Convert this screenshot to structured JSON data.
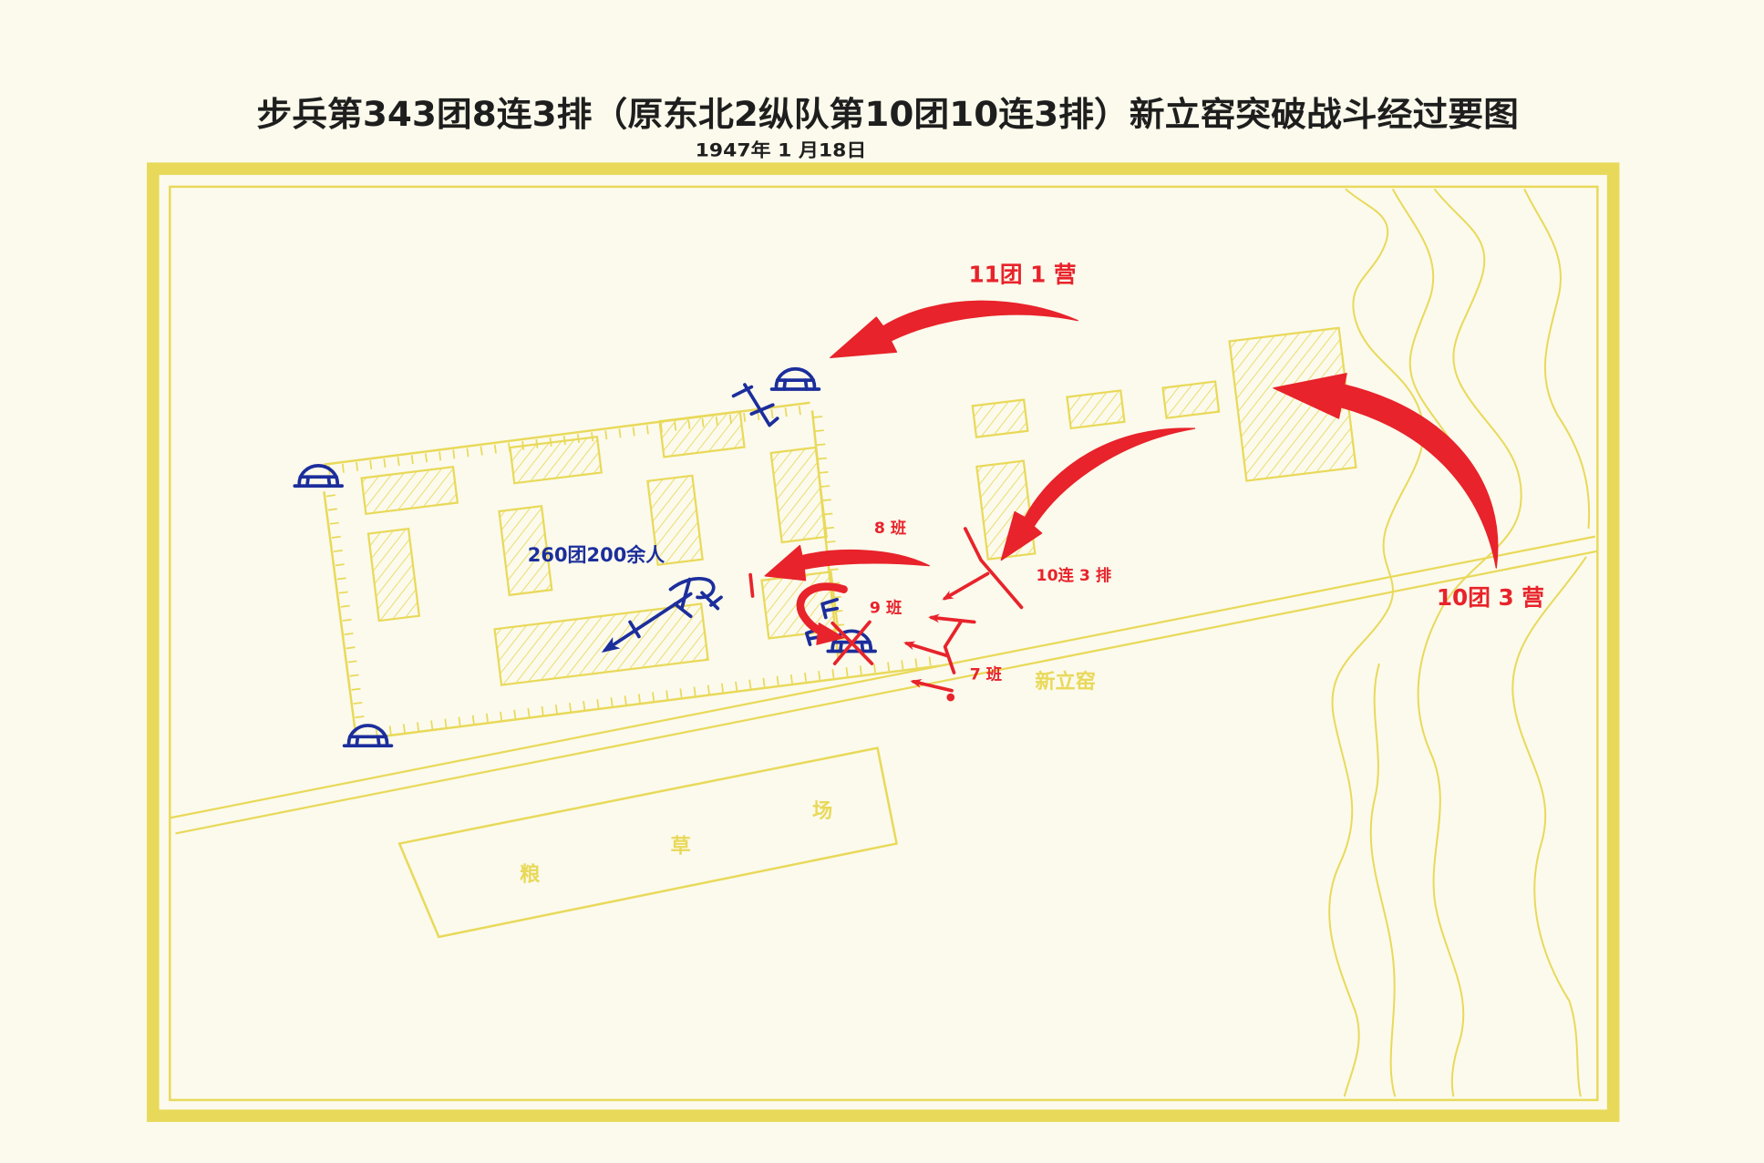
{
  "title": "步兵第343团8连3排（原东北2纵队第10团10连3排）新立窑突破战斗经过要图",
  "date": "1947年 1 月18日",
  "labels": {
    "unit_11_battalion_1": "11团 1 营",
    "unit_10_battalion_3": "10团 3 营",
    "squad_8": "8 班",
    "squad_9": "9 班",
    "squad_7": "7 班",
    "platoon_10_3": "10连 3 排",
    "enemy_force": "260团200余人",
    "village": "新立窑",
    "field": [
      "粮",
      "草",
      "场"
    ]
  },
  "symbols": {
    "enemy_bunker": "bunker-icon",
    "enemy_trench": "trench-icon",
    "enemy_machine_gun": "machine-gun-icon",
    "attack_arrow": "arrow-icon",
    "destroyed_mark": "cross-mark-icon"
  },
  "colors": {
    "friendly": "#e8232b",
    "enemy": "#1c2e9c",
    "terrain": "#e9d95a",
    "background": "#fbfaec",
    "text": "#1e1e1e"
  }
}
